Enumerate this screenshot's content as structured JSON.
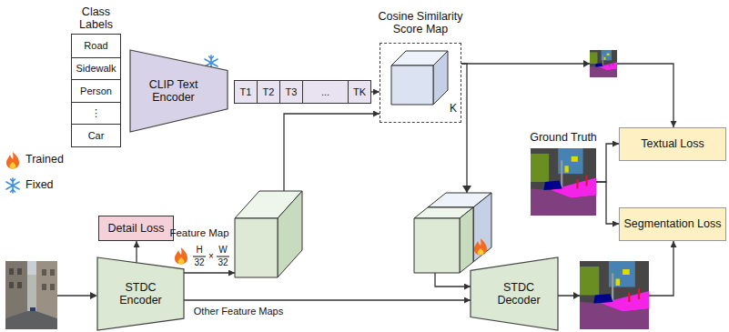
{
  "diagram": {
    "nodes": [
      {
        "text": [
          "Class Labels"
        ]
      },
      {
        "text": [
          "Road"
        ],
        "in": 0
      },
      {
        "text": [
          "Sidewalk"
        ],
        "in": 0
      },
      {
        "text": [
          "Person"
        ],
        "in": 0
      },
      {
        "text": [
          "⋮"
        ],
        "in": 0
      },
      {
        "text": [
          "Car"
        ],
        "in": 0
      },
      {
        "text": [
          "CLIP Text Encoder"
        ]
      },
      {
        "text": [
          "T1"
        ]
      },
      {
        "text": [
          "T2"
        ]
      },
      {
        "text": [
          "T3"
        ]
      },
      {
        "text": [
          "..."
        ]
      },
      {
        "text": [
          "TK"
        ]
      },
      {
        "text": [
          "Cosine Similarity Score Map",
          "K"
        ]
      },
      {
        "text": [
          "Detail Loss"
        ]
      },
      {
        "text": [
          "Feature Map"
        ]
      },
      {
        "text": [
          "STDC Encoder"
        ]
      },
      {
        "text": [
          "Ground Truth"
        ]
      },
      {
        "text": [
          "Textual Loss"
        ]
      },
      {
        "text": [
          "Segmentation Loss"
        ]
      },
      {
        "text": [
          "STDC Decoder"
        ]
      }
    ],
    "edges": [
      {
        "from": 11,
        "to": 12,
        "arrow": "to"
      },
      {
        "from": 14,
        "to": 12,
        "arrow": "to"
      },
      {
        "from": 12,
        "to": 17,
        "arrow": "to"
      },
      {
        "from": 12,
        "to": 19,
        "arrow": "to"
      },
      {
        "from": 15,
        "to": 13,
        "arrow": "to"
      },
      {
        "from": 15,
        "to": 14,
        "arrow": "to"
      },
      {
        "from": 15,
        "to": 19,
        "label": "Other Feature Maps",
        "arrow": "to"
      },
      {
        "from": 19,
        "to": 18,
        "arrow": "to"
      },
      {
        "from": 16,
        "to": 17,
        "arrow": "to"
      },
      {
        "from": 16,
        "to": 18,
        "arrow": "to"
      }
    ],
    "labels": [
      "H",
      "32",
      "×",
      "W",
      "32"
    ],
    "legend": [
      {
        "text": "Trained"
      },
      {
        "text": "Fixed"
      }
    ]
  }
}
